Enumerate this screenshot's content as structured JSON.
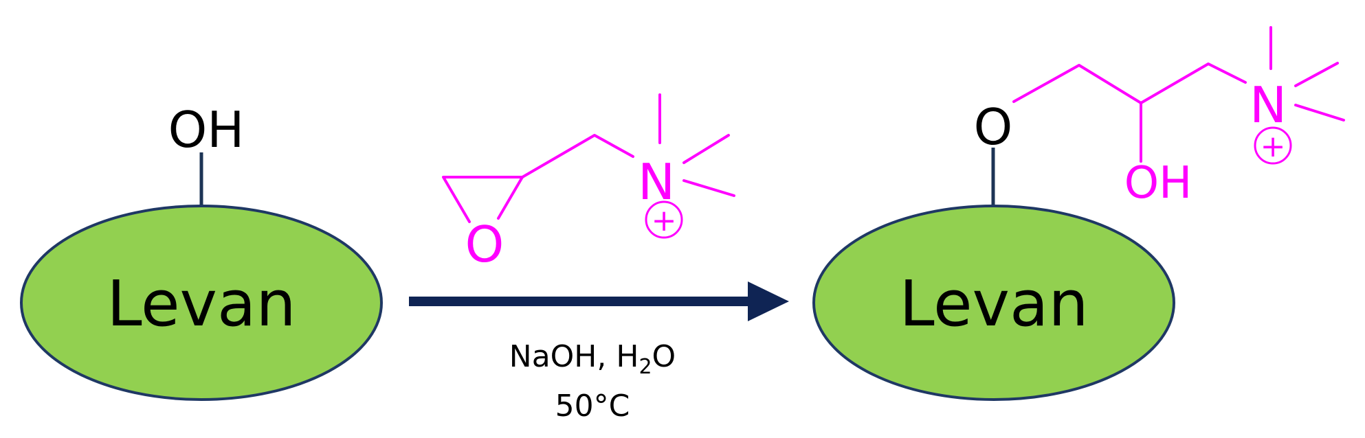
{
  "colors": {
    "polymer_fill": "#92d050",
    "polymer_stroke": "#1f3864",
    "arrow": "#0f2454",
    "reagent": "#ff00ff",
    "text": "#000000"
  },
  "reactant": {
    "polymer_label": "Levan",
    "group_label": "OH"
  },
  "reagent": {
    "epoxide_oxygen": "O",
    "nitrogen": "N",
    "charge": "+"
  },
  "conditions": {
    "line1_prefix": "NaOH, H",
    "line1_subscript": "2",
    "line1_suffix": "O",
    "line2": "50°C"
  },
  "product": {
    "polymer_label": "Levan",
    "ether_oxygen": "O",
    "hydroxyl": "OH",
    "nitrogen": "N",
    "charge": "+"
  }
}
